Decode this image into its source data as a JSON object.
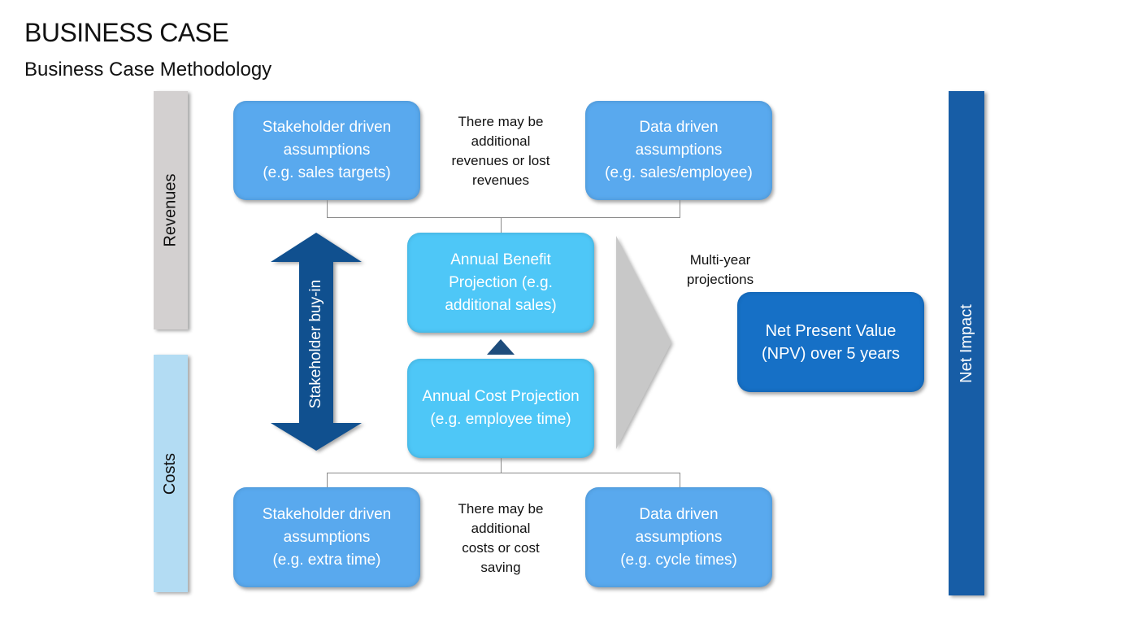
{
  "header": {
    "title": "BUSINESS CASE",
    "subtitle": "Business Case Methodology"
  },
  "sidebars": {
    "revenues": "Revenues",
    "costs": "Costs",
    "net_impact": "Net Impact"
  },
  "revenue_boxes": {
    "stakeholder": [
      "Stakeholder driven",
      "assumptions",
      "(e.g. sales targets)"
    ],
    "data": [
      "Data driven",
      "assumptions",
      "(e.g. sales/employee)"
    ],
    "note": [
      "There may be",
      "additional",
      "revenues or lost",
      "revenues"
    ]
  },
  "cost_boxes": {
    "stakeholder": [
      "Stakeholder driven",
      "assumptions",
      "(e.g. extra time)"
    ],
    "data": [
      "Data driven",
      "assumptions",
      "(e.g. cycle times)"
    ],
    "note": [
      "There may be",
      "additional",
      "costs or cost",
      "saving"
    ]
  },
  "projections": {
    "benefit": [
      "Annual Benefit",
      "Projection (e.g.",
      "additional sales)"
    ],
    "cost": [
      "Annual Cost Projection",
      "(e.g. employee time)"
    ]
  },
  "arrow_label": "Stakeholder buy-in",
  "multi_year": [
    "Multi-year",
    "projections"
  ],
  "npv": [
    "Net Present Value",
    "(NPV) over 5 years"
  ],
  "colors": {
    "box": "#59a9ee",
    "projection": "#4ec7f7",
    "npv": "#1670c6",
    "arrow": "#10508f",
    "net_impact": "#175da6",
    "revenues": "#d3d0d0",
    "costs": "#b3dcf3"
  }
}
